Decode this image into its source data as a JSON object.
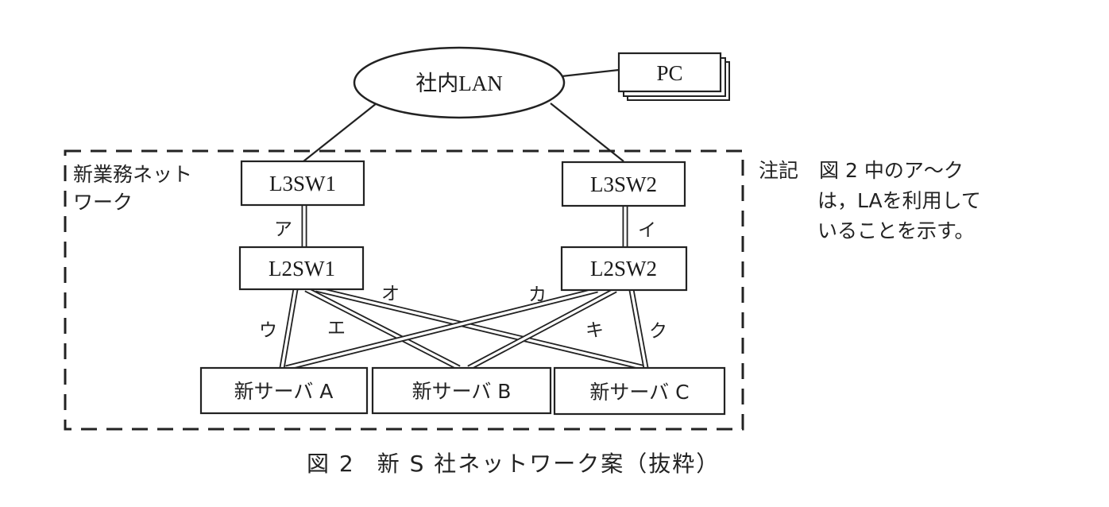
{
  "figure": {
    "caption_number": "図 2",
    "caption_title": "新 S 社ネットワーク案（抜粋）"
  },
  "nodes": {
    "lan": "社内LAN",
    "pc": "PC",
    "l3sw1": "L3SW1",
    "l3sw2": "L3SW2",
    "l2sw1": "L2SW1",
    "l2sw2": "L2SW2",
    "server_a": "新サーバ A",
    "server_b": "新サーバ B",
    "server_c": "新サーバ C"
  },
  "group": {
    "label_line1": "新業務ネット",
    "label_line2": "ワーク"
  },
  "links": [
    {
      "label": "ア",
      "from": "L3SW1",
      "to": "L2SW1",
      "type": "LA"
    },
    {
      "label": "イ",
      "from": "L3SW2",
      "to": "L2SW2",
      "type": "LA"
    },
    {
      "label": "ウ",
      "from": "L2SW1",
      "to": "新サーバA",
      "type": "LA"
    },
    {
      "label": "エ",
      "from": "L2SW1",
      "to": "新サーバB",
      "type": "LA"
    },
    {
      "label": "オ",
      "from": "L2SW1",
      "to": "新サーバC",
      "type": "LA"
    },
    {
      "label": "カ",
      "from": "L2SW2",
      "to": "新サーバA",
      "type": "LA"
    },
    {
      "label": "キ",
      "from": "L2SW2",
      "to": "新サーバB",
      "type": "LA"
    },
    {
      "label": "ク",
      "from": "L2SW2",
      "to": "新サーバC",
      "type": "LA"
    }
  ],
  "plain_links": [
    {
      "from": "社内LAN",
      "to": "PC"
    },
    {
      "from": "社内LAN",
      "to": "L3SW1"
    },
    {
      "from": "社内LAN",
      "to": "L3SW2"
    }
  ],
  "note": {
    "label": "注記",
    "line1": "図 2 中のア～ク",
    "line2": "は，LAを利用して",
    "line3": "いることを示す。"
  }
}
